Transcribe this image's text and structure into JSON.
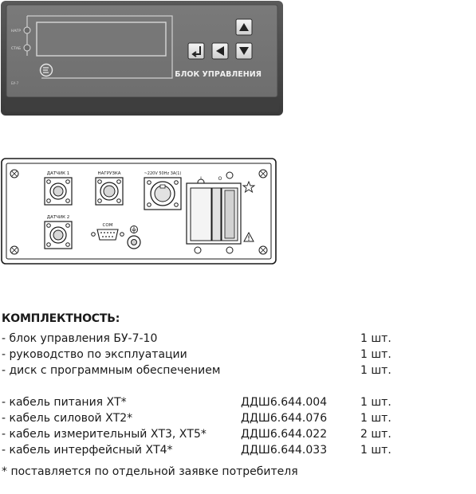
{
  "front_panel": {
    "indicators": [
      "НАГР",
      "СТАБ"
    ],
    "model_mark": "БУ-7",
    "title": "БЛОК УПРАВЛЕНИЯ",
    "buttons": [
      "enter",
      "left",
      "up",
      "down"
    ]
  },
  "rear_panel": {
    "connectors": [
      "ДАТЧИК 1",
      "НАГРУЗКА",
      "~220V 50Hz 3А(1)",
      "ДАТЧИК 2",
      "COM"
    ],
    "switch_marks": [
      "I",
      "O"
    ]
  },
  "kit": {
    "title": "КОМПЛЕКТНОСТЬ:",
    "items": [
      {
        "name": "- блок управления  БУ-7-10",
        "code": "",
        "qty": "1 шт."
      },
      {
        "name": "- руководство по эксплуатации",
        "code": "",
        "qty": "1 шт."
      },
      {
        "name": "- диск с программным обеспечением",
        "code": "",
        "qty": "1 шт."
      },
      {
        "name": "- кабель питания ХТ*",
        "code": "ДДШ6.644.004",
        "qty": "1 шт."
      },
      {
        "name": "- кабель силовой ХТ2*",
        "code": "ДДШ6.644.076",
        "qty": "1 шт."
      },
      {
        "name": "- кабель измерительный ХТ3, ХТ5*",
        "code": "ДДШ6.644.022",
        "qty": "2 шт."
      },
      {
        "name": "- кабель интерфейсный ХТ4*",
        "code": "ДДШ6.644.033",
        "qty": "1 шт."
      }
    ],
    "footnote": "* поставляется по отдельной заявке потребителя"
  }
}
